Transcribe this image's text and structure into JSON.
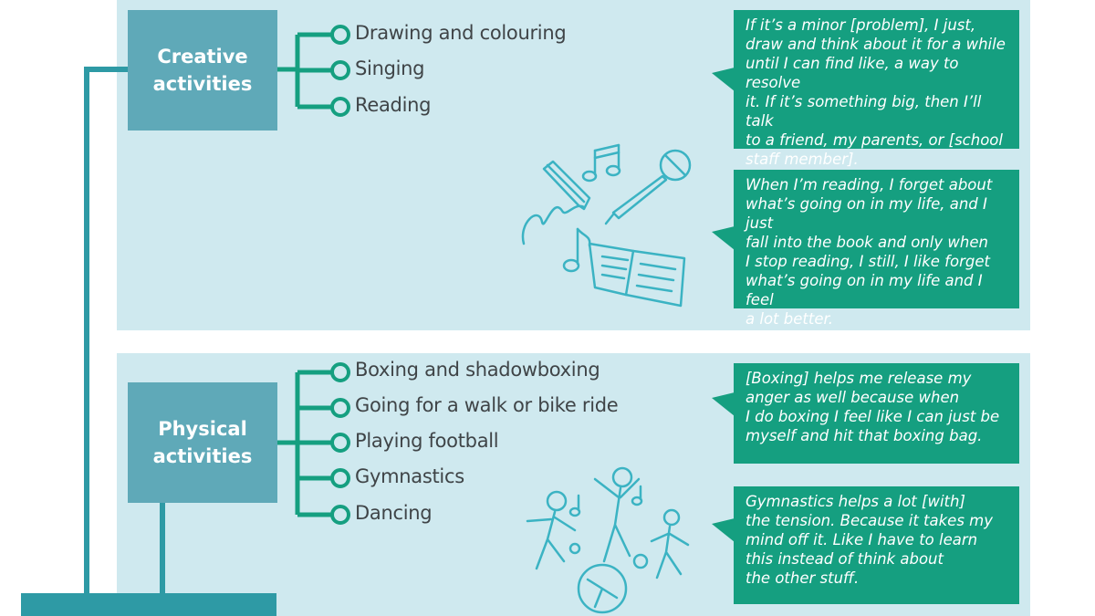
{
  "categories": [
    {
      "label_line1": "Creative",
      "label_line2": "activities",
      "items": [
        "Drawing and colouring",
        "Singing",
        "Reading"
      ],
      "quotes": [
        [
          "If it’s a minor [problem], I just,",
          "draw and think about it for a while",
          "until I can find like, a way to resolve",
          "it. If it’s something big, then I’ll talk",
          "to a friend, my parents, or [school",
          "staff member]."
        ],
        [
          "When I’m reading, I forget about",
          "what’s going on in my life, and I just",
          "fall into the book and only when",
          "I stop reading, I still, I like forget",
          "what’s going on in my life and I feel",
          "a lot better."
        ]
      ],
      "illustration_icons": [
        "pencil-icon",
        "music-note-icon",
        "microphone-icon",
        "open-book-icon"
      ]
    },
    {
      "label_line1": "Physical",
      "label_line2": "activities",
      "items": [
        "Boxing and shadowboxing",
        "Going for a walk or bike ride",
        "Playing football",
        "Gymnastics",
        "Dancing"
      ],
      "quotes": [
        [
          "[Boxing] helps me release my",
          "anger as well because when",
          "I do boxing I feel like I can just be",
          "myself and hit that boxing bag."
        ],
        [
          "Gymnastics helps a lot [with]",
          "the tension. Because it takes my",
          "mind off it. Like I have to learn",
          "this instead of think about",
          "the other stuff."
        ]
      ],
      "illustration_icons": [
        "dancing-figures-icon",
        "music-note-icon",
        "ball-icon"
      ]
    }
  ],
  "colors": {
    "panel_bg": "#cfe9ef",
    "category_box": "#5fa9b8",
    "connector": "#2e9aa5",
    "item_line": "#159f80",
    "quote_bg": "#159f80",
    "item_text": "#3f4447",
    "illustration_stroke": "#3bb3c3"
  }
}
